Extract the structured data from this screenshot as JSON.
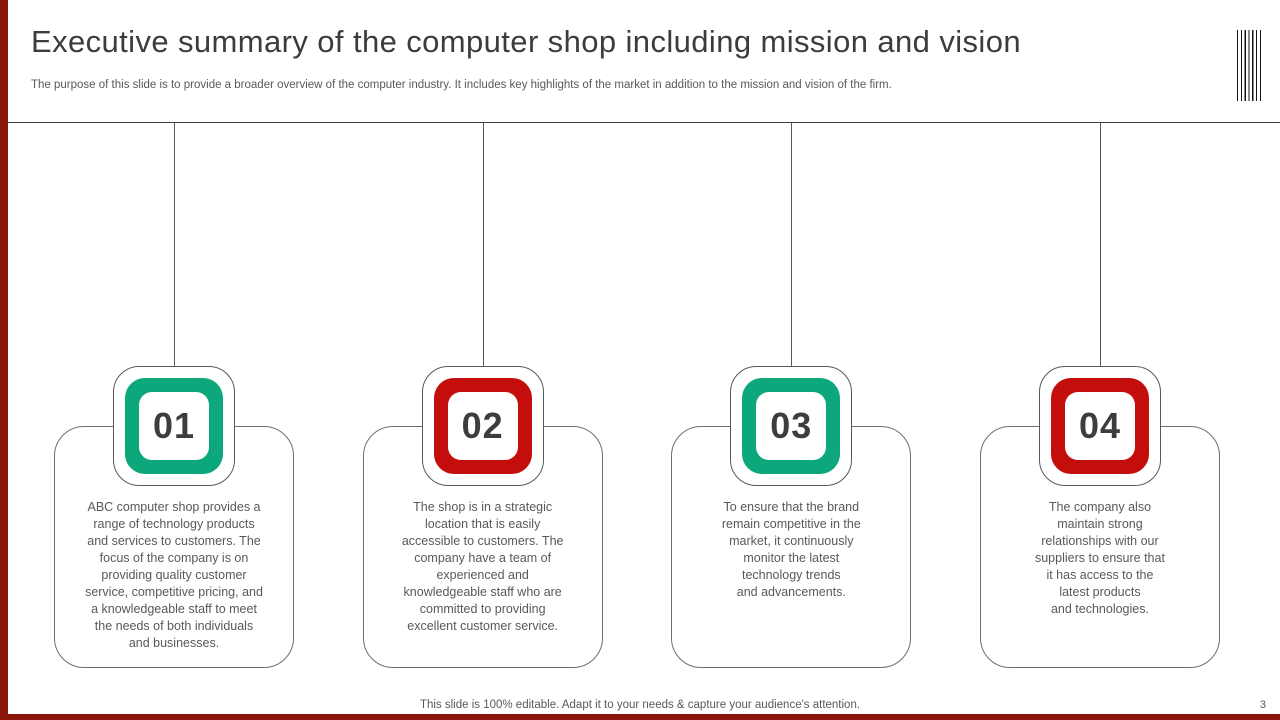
{
  "slide": {
    "title": "Executive summary of the computer shop including mission and vision",
    "subtitle": "The purpose of this slide is to provide a broader overview of the computer industry. It includes key highlights of the market in addition to the mission and vision of the firm.",
    "footer_note": "This slide is 100% editable. Adapt it to your needs & capture your audience's attention.",
    "page_number": "3"
  },
  "colors": {
    "green": "#0ca87c",
    "red": "#c40e0c",
    "accent_bar": "#8a150b",
    "title_text": "#3c3c3c",
    "body_text": "#595959",
    "number_text": "#3d3d3d"
  },
  "items": [
    {
      "number": "01",
      "color": "#0ca87c",
      "text": "ABC computer shop provides a\nrange of technology products\nand services to customers. The\nfocus of the company is on\nproviding quality customer\nservice, competitive pricing, and\na knowledgeable staff to meet\nthe needs of both individuals\nand businesses."
    },
    {
      "number": "02",
      "color": "#c40e0c",
      "text": "The shop is in a strategic\nlocation that is easily\naccessible to customers. The\ncompany have a team of\nexperienced and\nknowledgeable staff who are\ncommitted to providing\nexcellent customer service."
    },
    {
      "number": "03",
      "color": "#0ca87c",
      "text": "To ensure that the brand\nremain competitive in the\nmarket, it continuously\nmonitor the latest\ntechnology trends\nand advancements."
    },
    {
      "number": "04",
      "color": "#c40e0c",
      "text": "The company also\nmaintain strong\nrelationships with our\nsuppliers to ensure that\nit has access to the\nlatest products\nand technologies."
    }
  ]
}
